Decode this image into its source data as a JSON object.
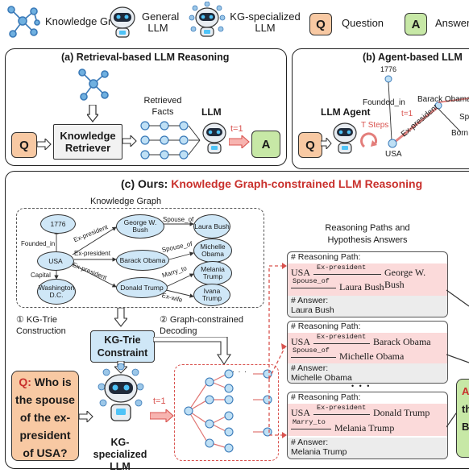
{
  "legend": {
    "knowledge_graph": "Knowledge Graph",
    "general_llm": "General LLM",
    "kg_specialized_llm": "KG-specialized LLM",
    "question_letter": "Q",
    "question": "Question",
    "answer_letter": "A",
    "answer": "Answer"
  },
  "panel_a": {
    "title": "(a) Retrieval-based LLM Reasoning",
    "q": "Q",
    "retriever": "Knowledge Retriever",
    "retrieved_facts": "Retrieved Facts",
    "llm": "LLM",
    "t": "t=1",
    "a": "A"
  },
  "panel_b": {
    "title": "(b) Agent-based LLM",
    "q": "Q",
    "agent": "LLM Agent",
    "t_steps": "T Steps",
    "t": "t=1",
    "n1776": "1776",
    "founded_in": "Founded_in",
    "barack": "Barack Obama",
    "usa": "USA",
    "ex_president": "Ex-president",
    "sp": "Sp",
    "born": "Born"
  },
  "panel_c": {
    "title_prefix": "(c) Ours: ",
    "title_main": "Knowledge Graph-constrained LLM Reasoning",
    "kg_label": "Knowledge Graph",
    "nodes": {
      "n1776": "1776",
      "usa": "USA",
      "washington": "Washington D.C.",
      "george": "George W. Bush",
      "barack": "Barack Obama",
      "donald": "Donald Trump",
      "laura": "Laura Bush",
      "michelle": "Michelle Obama",
      "melania": "Melania Trump",
      "ivana": "Ivana Trump"
    },
    "edges": {
      "founded_in": "Founded_in",
      "capital": "Capital",
      "ex_president_1": "Ex-president",
      "ex_president_2": "Ex-president",
      "ex_president_3": "Ex-president",
      "spouse_of_1": "Spouse_of",
      "spouse_of_2": "Spouse_of",
      "marry_to": "Marry_to",
      "ex_wife": "Ex-wife"
    },
    "step1": "① KG-Trie Construction",
    "step2": "② Graph-constrained Decoding",
    "trie_box": "KG-Trie Constraint",
    "question": "Who is the spouse of the ex-president of USA?",
    "q_letter": "Q:",
    "kg_llm": "KG-specialized LLM",
    "t": "t=1",
    "dots": "· · ·",
    "paths_title": "Reasoning Paths and Hypothesis Answers",
    "paths": [
      {
        "head": "# Reasoning Path:",
        "e1": "USA",
        "r1": "Ex-president",
        "e2": "George W. Bush",
        "r2": "Spouse_of",
        "e3": "Laura Bush",
        "ans_head": "# Answer:",
        "ans": "Laura Bush"
      },
      {
        "head": "# Reasoning Path:",
        "e1": "USA",
        "r1": "Ex-president",
        "e2": "Barack Obama",
        "r2": "Spouse_of",
        "e3": "Michelle Obama",
        "ans_head": "# Answer:",
        "ans": "Michelle Obama"
      },
      {
        "head": "# Reasoning Path:",
        "e1": "USA",
        "r1": "Ex-president",
        "e2": "Donald Trump",
        "r2": "Marry_to",
        "e3": "Melania Trump",
        "ans_head": "# Answer:",
        "ans": "Melania Trump"
      }
    ],
    "mid_dots": "• • •",
    "final_a": "A:",
    "final_line2": "th",
    "final_line3": "Bu"
  }
}
